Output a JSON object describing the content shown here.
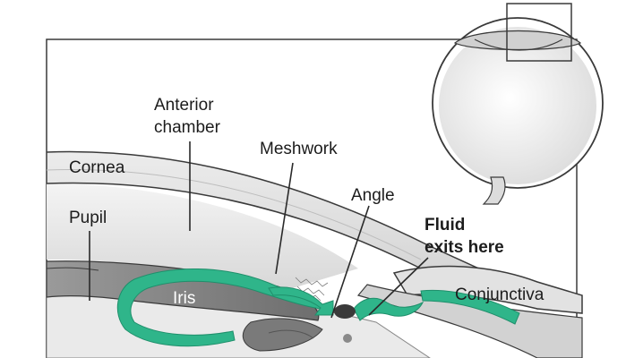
{
  "diagram": {
    "labels": {
      "anterior_chamber_line1": "Anterior",
      "anterior_chamber_line2": "chamber",
      "meshwork": "Meshwork",
      "cornea": "Cornea",
      "angle": "Angle",
      "pupil": "Pupil",
      "fluid_line1": "Fluid",
      "fluid_line2": "exits here",
      "conjunctiva": "Conjunctiva",
      "iris": "Iris"
    },
    "colors": {
      "fluid_flow": "#2fb58a",
      "outline": "#3a3a3a",
      "tissue": "#d8d8d8",
      "background": "#ffffff"
    }
  }
}
